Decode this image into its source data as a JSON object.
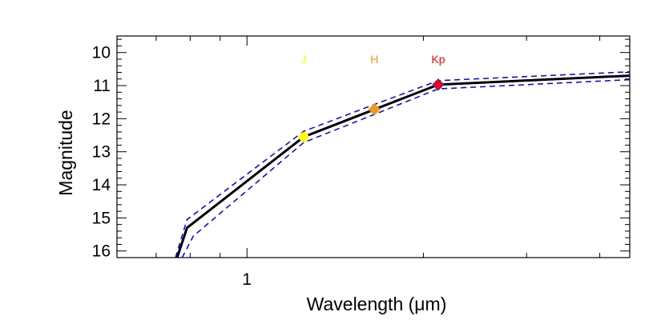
{
  "chart_data": {
    "type": "line",
    "xlabel": "Wavelength (μm)",
    "ylabel": "Magnitude",
    "x_scale": "log",
    "xlim": [
      0.6,
      4.5
    ],
    "ylim": [
      16.2,
      9.5
    ],
    "y_inverted": true,
    "x_tick_labels": [
      "1"
    ],
    "y_ticks": [
      10,
      11,
      12,
      13,
      14,
      15,
      16
    ],
    "x_minor_ticks": [
      0.6,
      0.7,
      0.8,
      0.9,
      1,
      2,
      3,
      4
    ],
    "y_minor_step": 0.2,
    "grid": false,
    "series": [
      {
        "role": "model",
        "color": "#000000",
        "style": "solid",
        "x": [
          0.76,
          0.79,
          1.25,
          1.65,
          2.12,
          4.5
        ],
        "y": [
          16.2,
          15.3,
          12.55,
          11.72,
          10.97,
          10.7
        ]
      },
      {
        "role": "upper-bound",
        "color": "#0000ee",
        "style": "dashed",
        "x": [
          0.755,
          0.79,
          1.25,
          1.65,
          2.12,
          4.5
        ],
        "y": [
          16.2,
          15.05,
          12.38,
          11.57,
          10.85,
          10.58
        ]
      },
      {
        "role": "lower-bound",
        "color": "#0000ee",
        "style": "dashed",
        "x": [
          0.775,
          0.81,
          1.25,
          1.65,
          2.12,
          4.5
        ],
        "y": [
          16.2,
          15.55,
          12.72,
          11.87,
          11.1,
          10.82
        ]
      }
    ],
    "points": [
      {
        "label": "J",
        "x": 1.25,
        "y": 12.55,
        "color": "#ffff00",
        "marker": "circle"
      },
      {
        "label": "H",
        "x": 1.65,
        "y": 11.72,
        "color": "#ee9a22",
        "marker": "diamond"
      },
      {
        "label": "Kp",
        "x": 2.12,
        "y": 10.97,
        "color": "#ff0000",
        "marker": "diamond",
        "marker_outline": "#3333cc"
      }
    ]
  }
}
